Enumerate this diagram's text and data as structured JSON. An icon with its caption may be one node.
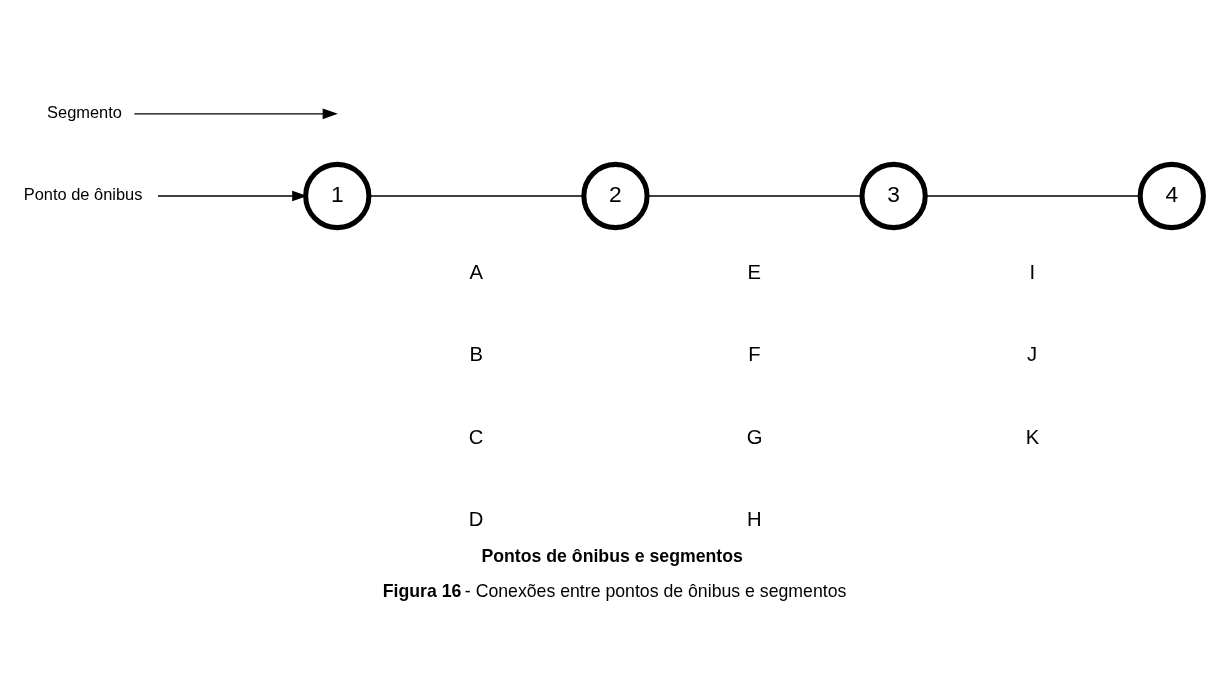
{
  "diagram": {
    "title": "Pontos de ônibus e segmentos",
    "caption": "**Figura 16** - Conexões entre pontos de ônibus e segmentos",
    "nodes": [
      {
        "text": [
          "1"
        ]
      },
      {
        "text": [
          "2"
        ]
      },
      {
        "text": [
          "3"
        ]
      },
      {
        "text": [
          "4"
        ]
      },
      {
        "text": [
          "Ponto de ônibus"
        ]
      },
      {
        "text": [
          "Segmento"
        ]
      }
    ],
    "edges": [
      {
        "from": 4,
        "to": 0,
        "arrow": "to"
      },
      {
        "from": 5,
        "to": null,
        "arrow": "to"
      },
      {
        "from": 0,
        "to": 1,
        "arrow": "none"
      },
      {
        "from": 1,
        "to": 2,
        "arrow": "none"
      },
      {
        "from": 2,
        "to": 3,
        "arrow": "none"
      }
    ],
    "labels": [
      "A",
      "B",
      "C",
      "D",
      "E",
      "F",
      "G",
      "H",
      "I",
      "J",
      "K"
    ]
  }
}
